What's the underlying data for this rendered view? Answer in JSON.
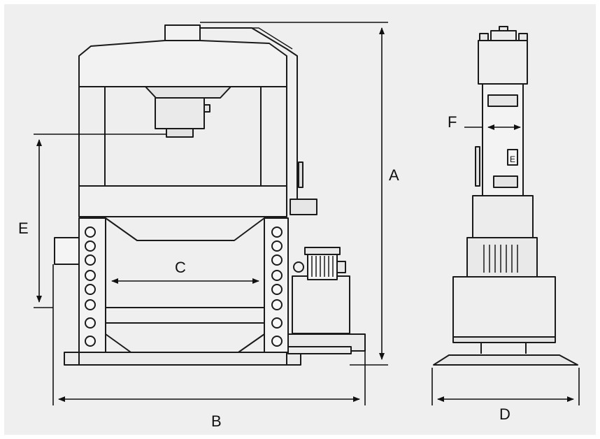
{
  "colors": {
    "panel": "#efefef",
    "line": "#1a1a1a",
    "fill_light": "#f2f2f2",
    "fill_mid": "#dcdcdc"
  },
  "labels": {
    "A": "A",
    "B": "B",
    "C": "C",
    "D": "D",
    "E": "E",
    "F": "F",
    "side_tag": "E"
  }
}
